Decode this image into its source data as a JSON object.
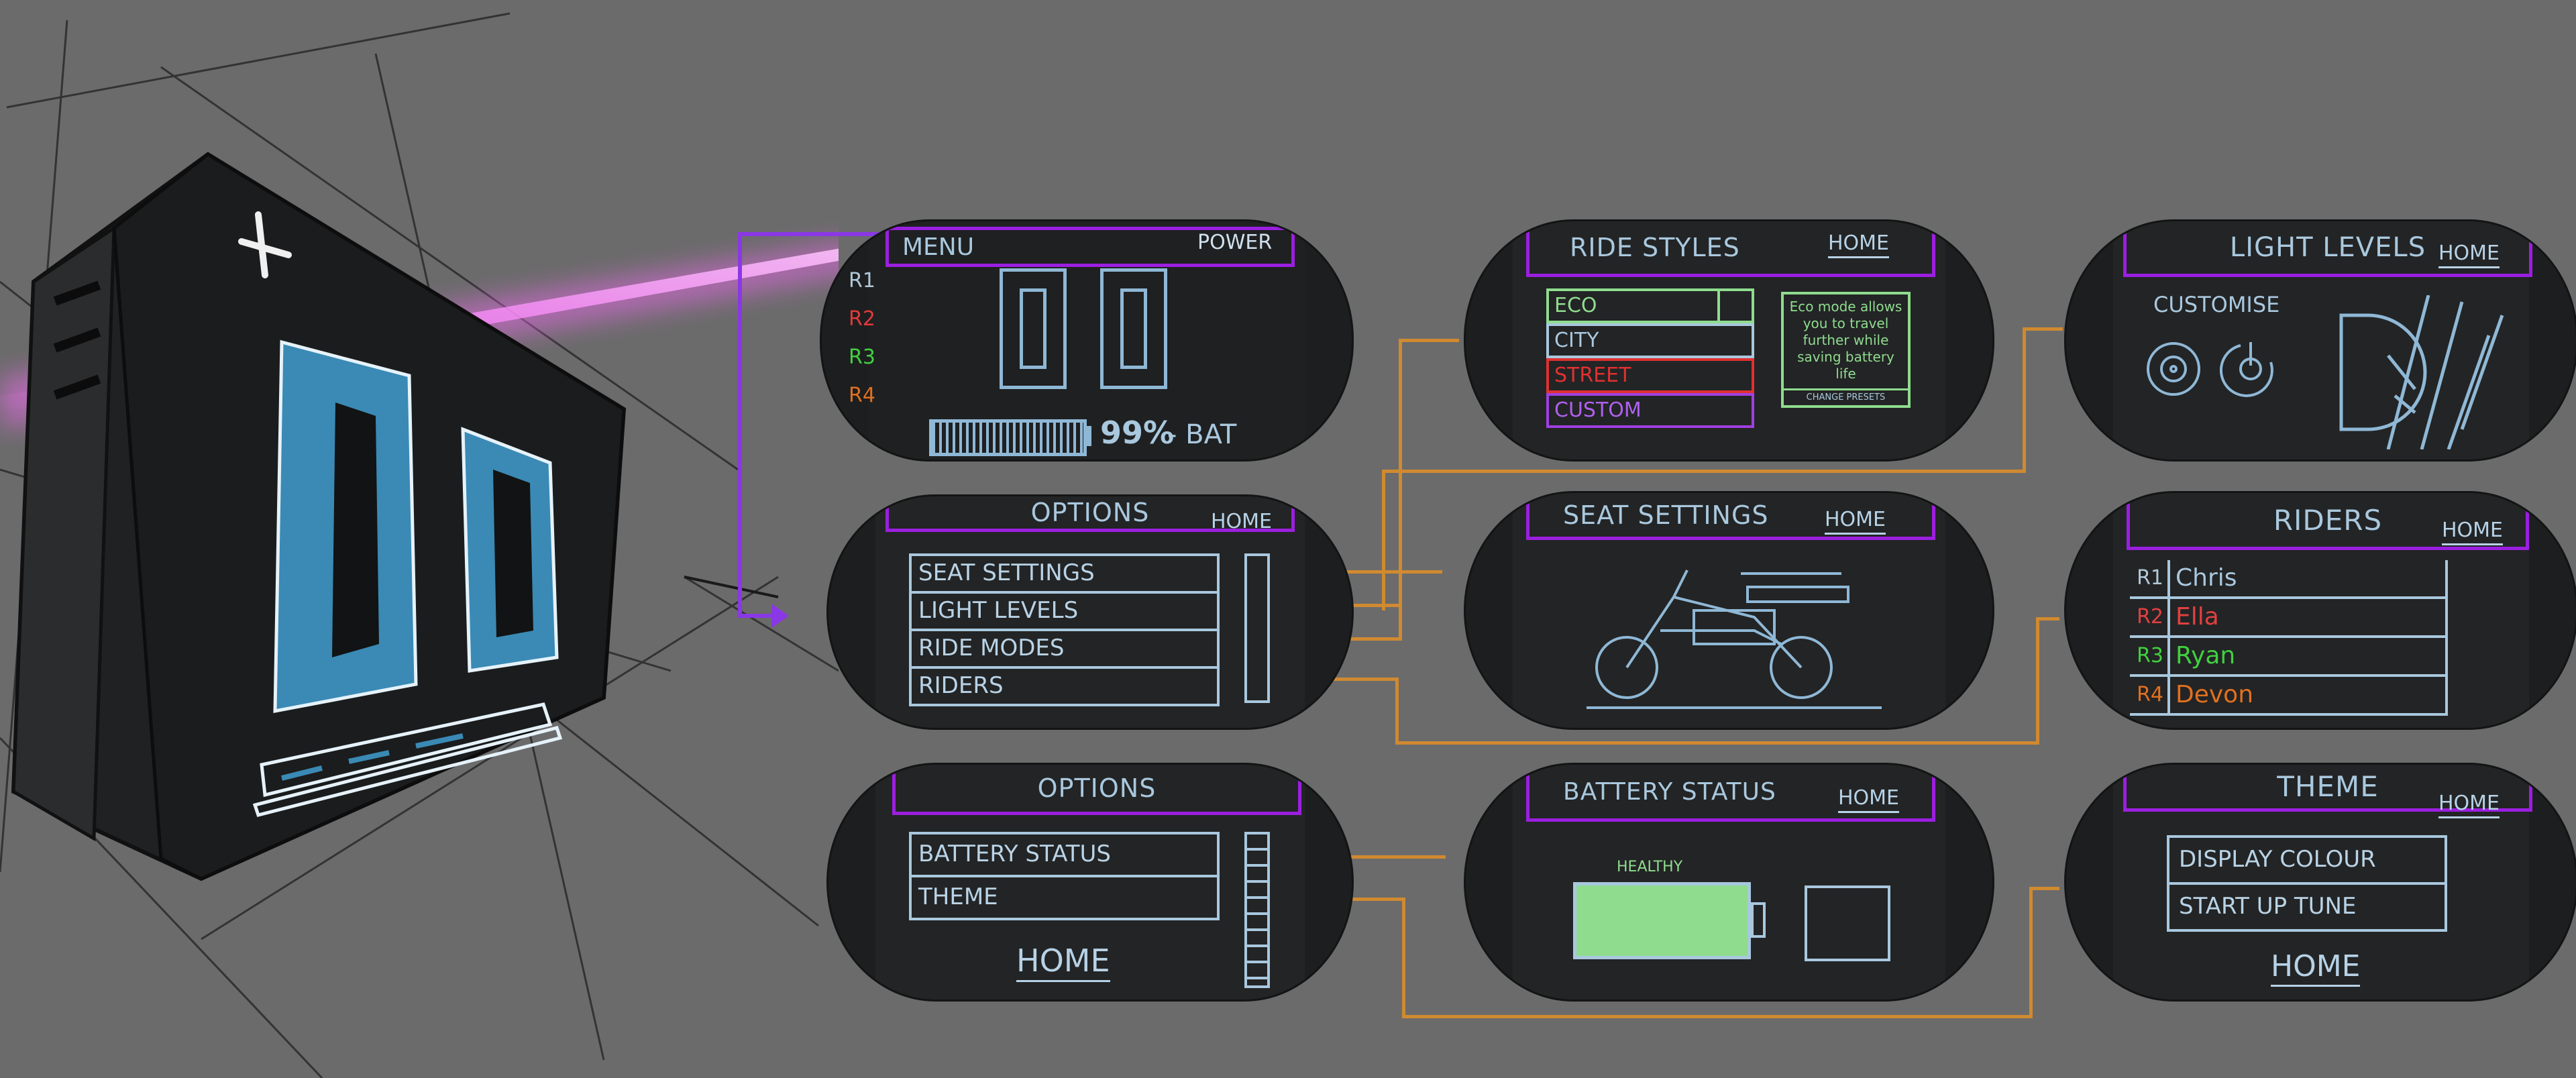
{
  "colors": {
    "accent_purple": "#9b1fe0",
    "wire_orange": "#d08a30",
    "ui_blue": "#a9c8de",
    "eco_green": "#8fdc8f",
    "street_red": "#e03030",
    "custom_purple": "#a040e0",
    "rider_green": "#40d040",
    "rider_red": "#e04040",
    "rider_orange": "#e07020"
  },
  "main_screen": {
    "menu_label": "MENU",
    "power_label": "POWER",
    "riders": [
      "R1",
      "R2",
      "R3",
      "R4"
    ],
    "digits": "00",
    "battery_percent": "99%",
    "battery_label": "- BAT"
  },
  "options1": {
    "title": "OPTIONS",
    "home": "HOME",
    "items": [
      "SEAT SETTINGS",
      "LIGHT LEVELS",
      "RIDE MODES",
      "RIDERS"
    ]
  },
  "options2": {
    "title": "OPTIONS",
    "items": [
      "BATTERY  STATUS",
      "THEME"
    ],
    "home": "HOME"
  },
  "ride_styles": {
    "title": "RIDE STYLES",
    "home": "HOME",
    "modes": [
      "ECO",
      "CITY",
      "STREET",
      "CUSTOM"
    ],
    "info": "Eco mode allows you to travel further while saving battery life",
    "change": "CHANGE PRESETS"
  },
  "seat_settings": {
    "title": "SEAT SETTINGS",
    "home": "HOME"
  },
  "battery_status": {
    "title": "BATTERY STATUS",
    "home": "HOME",
    "health": "HEALTHY"
  },
  "light_levels": {
    "title": "LIGHT LEVELS",
    "home": "HOME",
    "customise": "CUSTOMISE"
  },
  "riders": {
    "title": "RIDERS",
    "home": "HOME",
    "list": [
      {
        "id": "R1",
        "name": "Chris"
      },
      {
        "id": "R2",
        "name": "Ella"
      },
      {
        "id": "R3",
        "name": "Ryan"
      },
      {
        "id": "R4",
        "name": "Devon"
      }
    ]
  },
  "theme": {
    "title": "THEME",
    "home": "HOME",
    "items": [
      "DISPLAY COLOUR",
      "START UP TUNE"
    ],
    "footer": "HOME"
  }
}
